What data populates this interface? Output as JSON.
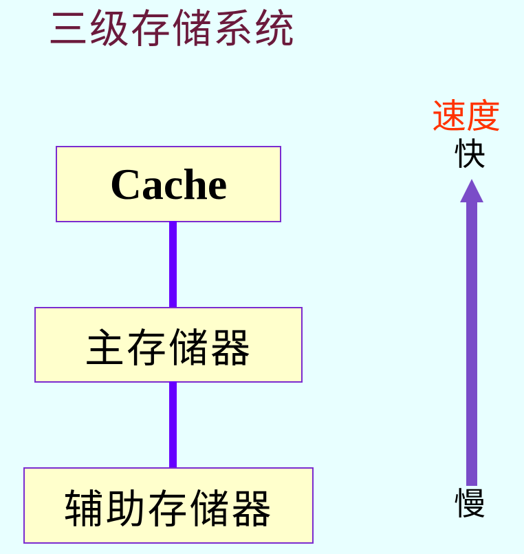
{
  "title": "三级存储系统",
  "hierarchy": {
    "levels": [
      {
        "label": "Cache"
      },
      {
        "label": "主存储器"
      },
      {
        "label": "辅助存储器"
      }
    ]
  },
  "speed_axis": {
    "label": "速度",
    "fast_label": "快",
    "slow_label": "慢"
  },
  "colors": {
    "background": "#e8ffff",
    "title": "#6b1a3c",
    "box_fill": "#ffffcc",
    "box_border": "#7a2bd0",
    "connector": "#6600ff",
    "arrow": "#7a4cc8",
    "speed_label": "#ff3300"
  }
}
